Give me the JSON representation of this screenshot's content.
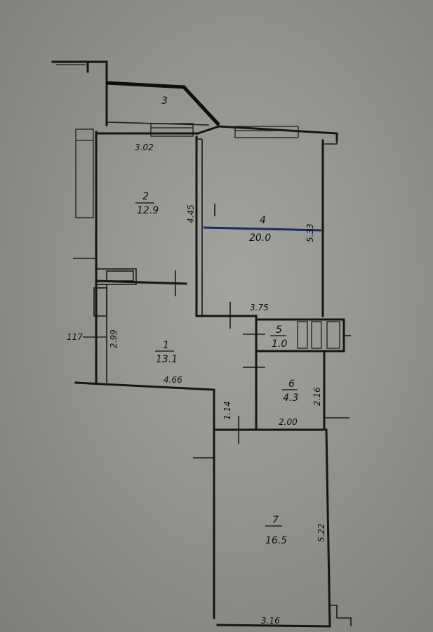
{
  "rooms": [
    {
      "id": "1",
      "area": "13.1"
    },
    {
      "id": "2",
      "area": "12.9"
    },
    {
      "id": "3",
      "area": ""
    },
    {
      "id": "4",
      "area": "20.0"
    },
    {
      "id": "5",
      "area": "1.0"
    },
    {
      "id": "6",
      "area": "4.3"
    },
    {
      "id": "7",
      "area": "16.5"
    }
  ],
  "dimensions": {
    "d_302": "3.02",
    "d_445": "4.45",
    "d_533": "5.33",
    "d_375": "3.75",
    "d_117": "117",
    "d_299": "2.99",
    "d_466": "4.66",
    "d_114": "1.14",
    "d_216": "2.16",
    "d_200": "2.00",
    "d_522": "5.22",
    "d_316": "3.16"
  },
  "colors": {
    "paper": "#8f908c",
    "ink": "#151515",
    "accent_line": "#1d2a66"
  }
}
